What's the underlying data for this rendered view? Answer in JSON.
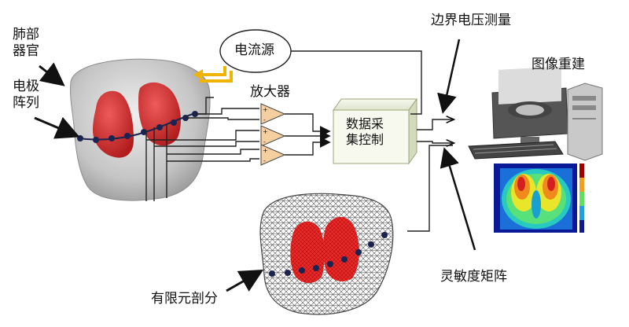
{
  "labels": {
    "lung_organ_line1": "肺部",
    "lung_organ_line2": "器官",
    "electrode_array_line1": "电极",
    "electrode_array_line2": "阵列",
    "current_source": "电流源",
    "amplifier": "放大器",
    "daq_line1": "数据采",
    "daq_line2": "集控制",
    "boundary_voltage": "边界电压测量",
    "image_reconstruction": "图像重建",
    "sensitivity_matrix": "灵敏度矩阵",
    "fem_mesh": "有限元剖分"
  },
  "colors": {
    "lung_red": "#d93030",
    "tissue_gray": "#c8c8c8",
    "amplifier_fill": "#f5cfa0",
    "current_arrow": "#f0b400",
    "electrode_dot": "#1b2450"
  }
}
